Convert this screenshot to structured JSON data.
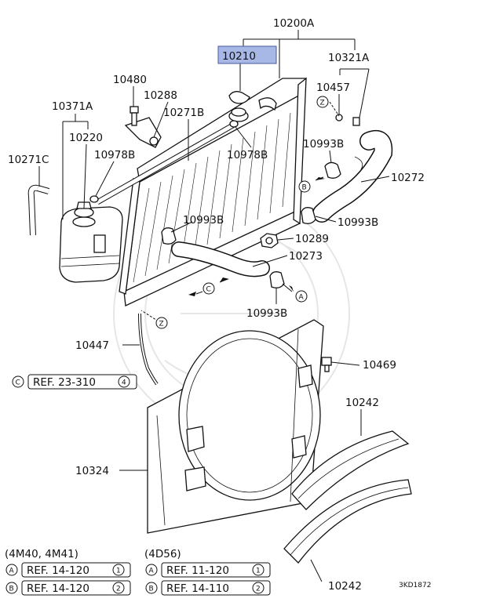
{
  "parts": {
    "p10200A": "10200A",
    "p10210": "10210",
    "p10321A": "10321A",
    "p10480": "10480",
    "p10288": "10288",
    "p10457": "10457",
    "p10371A": "10371A",
    "p10271B": "10271B",
    "p10220": "10220",
    "p10978B_a": "10978B",
    "p10978B_b": "10978B",
    "p10993B_a": "10993B",
    "p10271C": "10271C",
    "p10272": "10272",
    "p10993B_b": "10993B",
    "p10993B_c": "10993B",
    "p10289": "10289",
    "p10273": "10273",
    "p10993B_d": "10993B",
    "p10447": "10447",
    "p10469": "10469",
    "p10242_a": "10242",
    "p10324": "10324",
    "p10242_b": "10242"
  },
  "markers": {
    "Z": "Z",
    "A": "A",
    "B": "B",
    "C": "C"
  },
  "refs": {
    "c_ref": "REF. 23-310",
    "c_ref_num": "4",
    "engine_left": "(4M40, 4M41)",
    "engine_right": "(4D56)",
    "a_left": "REF. 14-120",
    "a_left_num": "1",
    "b_left": "REF. 14-120",
    "b_left_num": "2",
    "a_right": "REF. 11-120",
    "a_right_num": "1",
    "b_right": "REF. 14-110",
    "b_right_num": "2"
  },
  "code": "3KD1872",
  "highlight_color": "#a8b8e6"
}
